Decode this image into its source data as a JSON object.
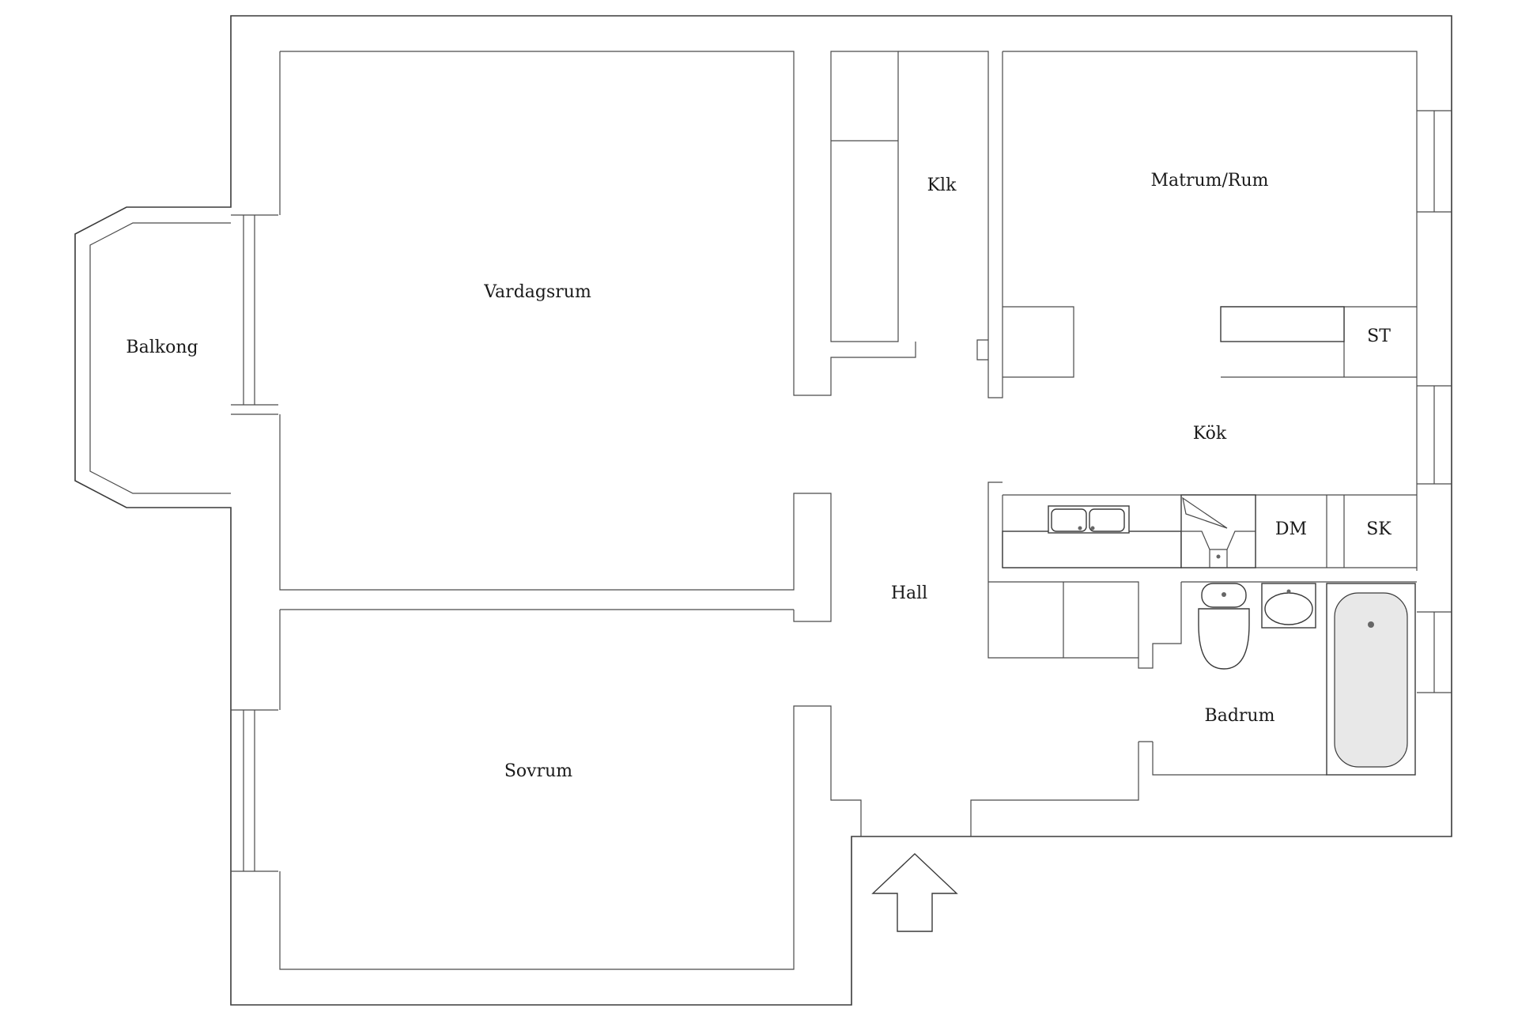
{
  "rooms": {
    "balkong": "Balkong",
    "vardagsrum": "Vardagsrum",
    "klk": "Klk",
    "matrum": "Matrum/Rum",
    "st": "ST",
    "kok": "Kök",
    "dm": "DM",
    "sk": "SK",
    "hall": "Hall",
    "badrum": "Badrum",
    "sovrum": "Sovrum"
  },
  "icons": {
    "entrance": "arrow-up-icon",
    "kitchen_sink": "double-sink-icon",
    "stove_hood": "range-hood-icon",
    "toilet": "toilet-icon",
    "wash_basin": "wash-basin-icon",
    "bathtub": "bathtub-icon"
  }
}
